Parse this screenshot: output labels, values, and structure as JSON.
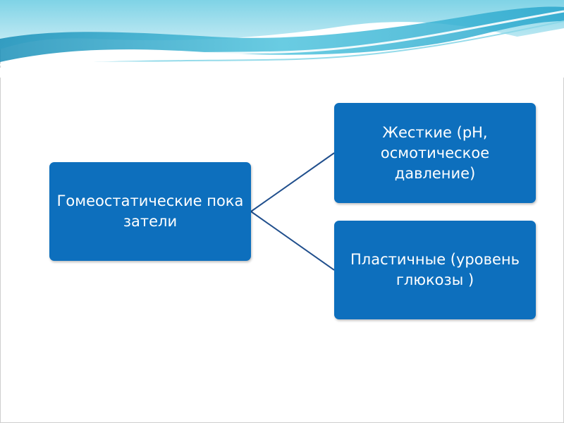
{
  "diagram": {
    "root": {
      "label": "Гомеостатические показатели"
    },
    "children": [
      {
        "label": "Жесткие (pH, осмотическое давление)"
      },
      {
        "label": "Пластичные (уровень глюкозы )"
      }
    ]
  },
  "colors": {
    "node_fill": "#0d6fbd",
    "node_text": "#ffffff",
    "connector": "#1f4e8c",
    "wave_light": "#bfe9f3",
    "wave_mid": "#4fc3dd",
    "wave_dark": "#1a8fb8"
  }
}
